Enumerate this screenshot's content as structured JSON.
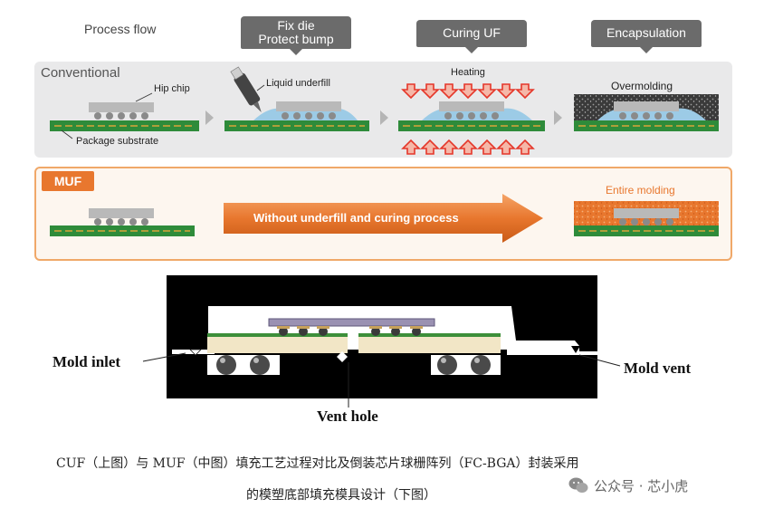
{
  "header": {
    "process_flow": "Process flow",
    "fix_die": [
      "Fix die",
      "Protect bump"
    ],
    "curing": "Curing UF",
    "encapsulation": "Encapsulation"
  },
  "conventional": {
    "title": "Conventional",
    "flip_chip": "Hip chip",
    "package_substrate": "Package substrate",
    "liquid_underfill": "Liquid underfill",
    "heating": "Heating",
    "overmolding": "Overmolding"
  },
  "muf": {
    "tag": "MUF",
    "arrow_text": "Without underfill and curing process",
    "entire_molding": "Entire molding"
  },
  "mold": {
    "inlet": "Mold inlet",
    "vent": "Mold vent",
    "vent_hole": "Vent hole"
  },
  "caption": {
    "line1": "CUF（上图）与 MUF（中图）填充工艺过程对比及倒装芯片球栅阵列（FC-BGA）封装采用",
    "line2": "的模塑底部填充模具设计（下图）"
  },
  "watermark": "公众号 · 芯小虎",
  "colors": {
    "substrate": "#2e8b3a",
    "die": "#b9b9b9",
    "underfill": "#9ccbe6",
    "arrow_red": "#e5372a",
    "mold_orange": "#e8772e",
    "mold_dark": "#3a3a3a"
  }
}
